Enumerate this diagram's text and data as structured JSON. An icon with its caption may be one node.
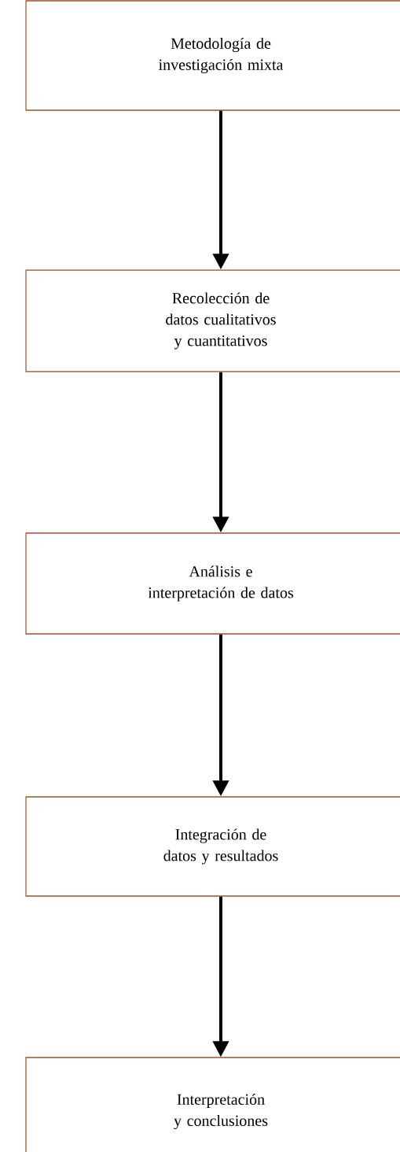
{
  "diagram": {
    "nodes": [
      {
        "text": [
          "Metodología de investigación mixta"
        ]
      },
      {
        "text": [
          "Recolección de datos cualitativos y cuantitativos"
        ]
      },
      {
        "text": [
          "Análisis e interpretación de datos"
        ]
      },
      {
        "text": [
          "Integración de datos y resultados"
        ]
      },
      {
        "text": [
          "Interpretación y conclusiones"
        ]
      }
    ],
    "edges": [
      {
        "from": 0,
        "to": 1,
        "arrow": "to"
      },
      {
        "from": 1,
        "to": 2,
        "arrow": "to"
      },
      {
        "from": 2,
        "to": 3,
        "arrow": "to"
      },
      {
        "from": 3,
        "to": 4,
        "arrow": "to"
      }
    ]
  }
}
